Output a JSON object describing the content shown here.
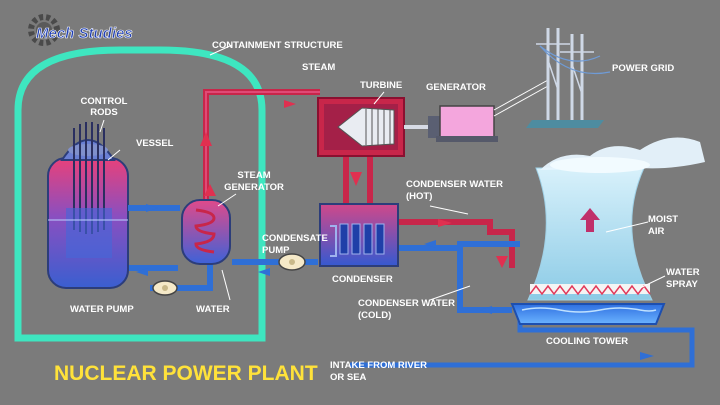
{
  "logo": {
    "text": "Mech Studies"
  },
  "title": "NUCLEAR POWER PLANT",
  "colors": {
    "background": "#7b7b7b",
    "hot_pipe": "#c8264a",
    "cold_pipe": "#2f6fd6",
    "containment": "#3ee6c0",
    "title": "#ffe23a"
  },
  "labels": {
    "containment_structure": "CONTAINMENT STRUCTURE",
    "steam": "STEAM",
    "control_rods_1": "CONTROL",
    "control_rods_2": "RODS",
    "vessel": "VESSEL",
    "steam_generator_1": "STEAM",
    "steam_generator_2": "GENERATOR",
    "condensate_pump_1": "CONDENSATE",
    "condensate_pump_2": "PUMP",
    "water_pump": "WATER PUMP",
    "water": "WATER",
    "turbine": "TURBINE",
    "generator": "GENERATOR",
    "power_grid": "POWER GRID",
    "condenser_water_hot_1": "CONDENSER WATER",
    "condenser_water_hot_2": "(HOT)",
    "condenser": "CONDENSER",
    "condenser_water_cold_1": "CONDENSER WATER",
    "condenser_water_cold_2": "(COLD)",
    "moist_air_1": "MOIST",
    "moist_air_2": "AIR",
    "water_spray_1": "WATER",
    "water_spray_2": "SPRAY",
    "cooling_tower": "COOLING TOWER",
    "intake_1": "INTAKE FROM RIVER",
    "intake_2": "OR SEA"
  }
}
